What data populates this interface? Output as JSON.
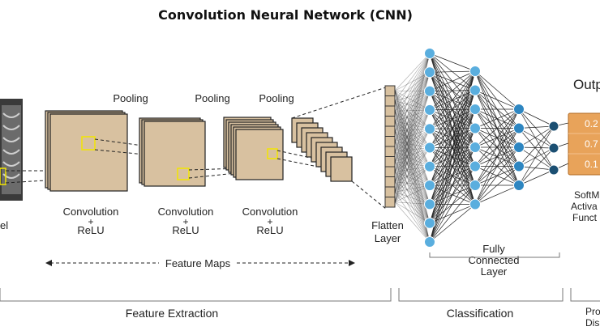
{
  "title": "Convolution  Neural  Network (CNN)",
  "input_label": "el",
  "pooling_labels": [
    "Pooling",
    "Pooling",
    "Pooling"
  ],
  "conv_labels": [
    {
      "line1": "Convolution",
      "plus": "+",
      "line2": "ReLU"
    },
    {
      "line1": "Convolution",
      "plus": "+",
      "line2": "ReLU"
    },
    {
      "line1": "Convolution",
      "plus": "+",
      "line2": "ReLU"
    }
  ],
  "feature_maps_label": "Feature  Maps",
  "flatten_label": {
    "line1": "Flatten",
    "line2": "Layer"
  },
  "fully_connected_label": {
    "line1": "Fully",
    "line2": "Connected",
    "line3": "Layer"
  },
  "output_title": "Outp",
  "output_values": [
    "0.2",
    "0.7",
    "0.1"
  ],
  "softmax_label": {
    "line1": "SoftM",
    "line2": "Activa",
    "line3": "Funct"
  },
  "sections": {
    "feature_extraction": "Feature Extraction",
    "classification": "Classification",
    "prob": {
      "line1": "Pro",
      "line2": "Dis"
    }
  },
  "colors": {
    "feature_map": "#d8c1a0",
    "input_node": "#5aaede",
    "hidden2_node": "#2e86c1",
    "output_node": "#1b4f72",
    "output_box": "#e8a35a",
    "highlight": "#f2e600"
  }
}
